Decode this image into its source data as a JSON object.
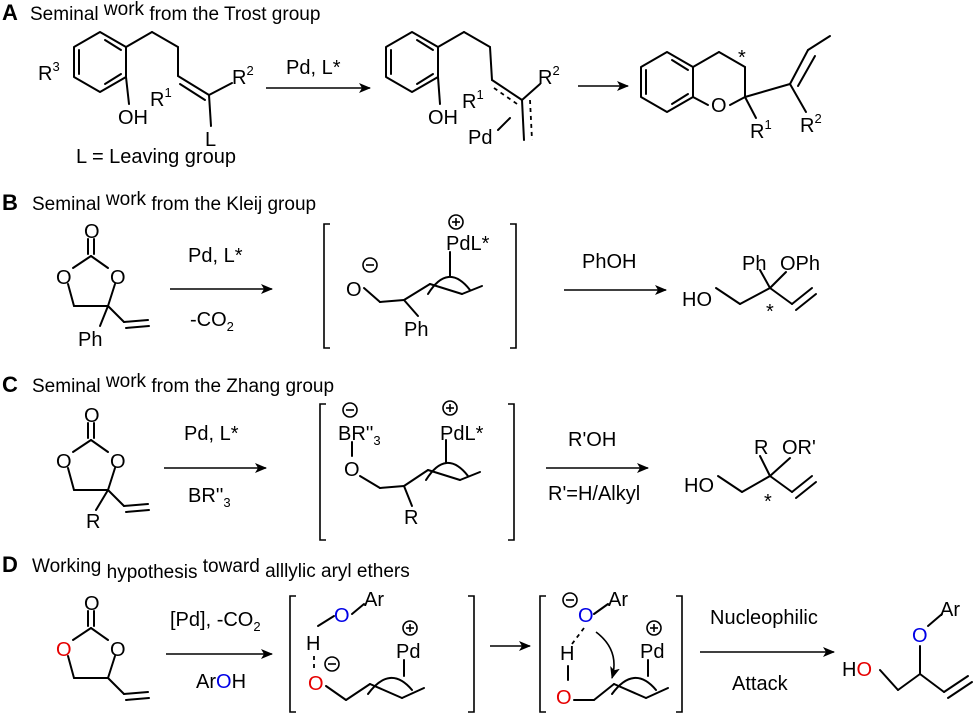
{
  "panels": {
    "A": {
      "letter": "A",
      "header_a": "Seminal ",
      "header_b": "work",
      "header_c": " from the Trost group",
      "substrate_labels": {
        "r3": "R",
        "r3_sup": "3",
        "oh": "OH",
        "r1": "R",
        "r1_sup": "1",
        "r2": "R",
        "r2_sup": "2",
        "leaving": "L"
      },
      "footnote": "L = Leaving group",
      "arrow1_top": "Pd, L*",
      "intermediate_labels": {
        "oh": "OH",
        "r1": "R",
        "r1_sup": "1",
        "r2": "R",
        "r2_sup": "2",
        "pd": "Pd"
      },
      "product_labels": {
        "o": "O",
        "star": "*",
        "r1": "R",
        "r1_sup": "1",
        "r2": "R",
        "r2_sup": "2"
      }
    },
    "B": {
      "letter": "B",
      "header_a": "Seminal ",
      "header_b": "work",
      "header_c": " from the Kleij group",
      "carbonate_labels": {
        "o_top": "O",
        "o_left": "O",
        "o_right": "O",
        "sub": "Ph"
      },
      "arrow1_top": "Pd, L*",
      "arrow1_bottom": "-CO",
      "arrow1_bottom_sub": "2",
      "intermediate_labels": {
        "o": "O",
        "pd": "PdL*",
        "ph": "Ph"
      },
      "arrow2_top": "PhOH",
      "product_labels": {
        "ph": "Ph",
        "oph": "OPh",
        "ho": "HO",
        "star": "*"
      }
    },
    "C": {
      "letter": "C",
      "header_a": "Seminal ",
      "header_b": "work",
      "header_c": " from the Zhang group",
      "carbonate_labels": {
        "o_top": "O",
        "o_left": "O",
        "o_right": "O",
        "sub": "R"
      },
      "arrow1_top": "Pd, L*",
      "arrow1_bottom": "BR''",
      "arrow1_bottom_sub": "3",
      "intermediate_labels": {
        "b": "BR''",
        "b_sub": "3",
        "o": "O",
        "pd": "PdL*",
        "r": "R"
      },
      "arrow2_top": "R'OH",
      "arrow2_bottom": "R'=H/Alkyl",
      "product_labels": {
        "r": "R",
        "or": "OR'",
        "ho": "HO",
        "star": "*"
      }
    },
    "D": {
      "letter": "D",
      "header_a": "Working ",
      "header_b": "hypothesis",
      "header_c": " toward ",
      "header_d": "alllylic aryl ethers",
      "carbonate_labels": {
        "o_top": "O",
        "o_left": "O",
        "o_right": "O"
      },
      "arrow1_top": "[Pd],  -CO",
      "arrow1_top_sub": "2",
      "arrow1_bottom_a": "Ar",
      "arrow1_bottom_b": "O",
      "arrow1_bottom_c": "H",
      "intermediate1_labels": {
        "o_ar": "O",
        "ar": "Ar",
        "h": "H",
        "o": "O",
        "pd": "Pd"
      },
      "intermediate2_labels": {
        "o_ar": "O",
        "ar": "Ar",
        "h": "H",
        "o": "O",
        "pd": "Pd"
      },
      "arrow3_top": "Nucleophilic",
      "arrow3_bottom": "Attack",
      "product_labels": {
        "o": "O",
        "ar": "Ar",
        "ho_h": "H",
        "ho_o": "O"
      }
    }
  },
  "colors": {
    "oxygen_red": "#e60000",
    "oxygen_blue": "#0000e6",
    "ink": "#000000"
  }
}
